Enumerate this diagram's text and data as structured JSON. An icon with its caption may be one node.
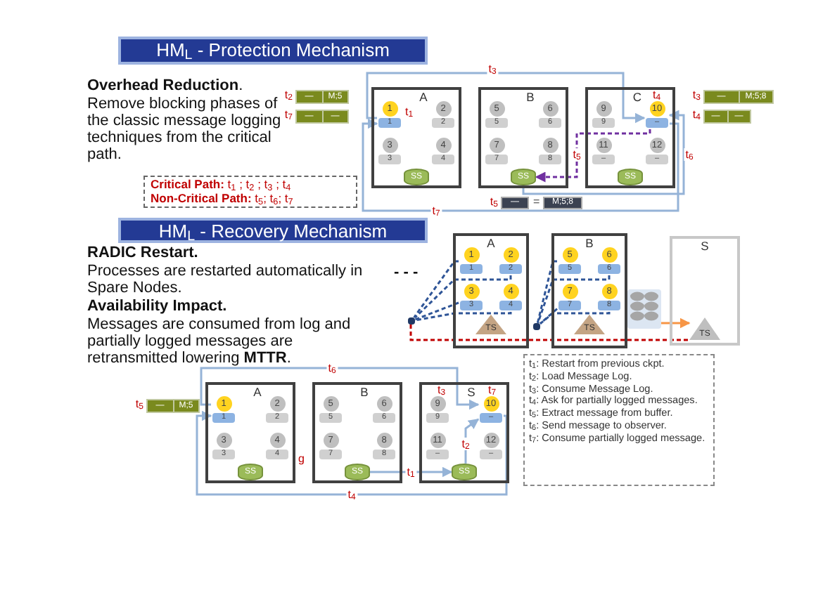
{
  "diagram": {
    "nodes": [
      {
        "text": [
          "HM$_{L}$ - Protection Mechanism"
        ]
      },
      {
        "text": [
          "A"
        ]
      },
      {
        "text": [
          "1",
          "1"
        ],
        "in": 1
      },
      {
        "text": [
          "2",
          "2"
        ],
        "in": 1
      },
      {
        "text": [
          "3",
          "3"
        ],
        "in": 1
      },
      {
        "text": [
          "4",
          "4"
        ],
        "in": 1
      },
      {
        "text": [
          "SS"
        ],
        "in": 1
      },
      {
        "text": [
          "B"
        ]
      },
      {
        "text": [
          "5",
          "5"
        ],
        "in": 7
      },
      {
        "text": [
          "6",
          "6"
        ],
        "in": 7
      },
      {
        "text": [
          "7",
          "7"
        ],
        "in": 7
      },
      {
        "text": [
          "8",
          "8"
        ],
        "in": 7
      },
      {
        "text": [
          "SS"
        ],
        "in": 7
      },
      {
        "text": [
          "C"
        ]
      },
      {
        "text": [
          "9",
          "9"
        ],
        "in": 13
      },
      {
        "text": [
          "10",
          "–"
        ],
        "in": 13
      },
      {
        "text": [
          "11",
          "–"
        ],
        "in": 13
      },
      {
        "text": [
          "12",
          "–"
        ],
        "in": 13
      },
      {
        "text": [
          "SS"
        ],
        "in": 13
      },
      {
        "text": [
          "—",
          "M;5"
        ],
        "beside": [
          "t$_{2}$"
        ]
      },
      {
        "text": [
          "—",
          "—"
        ],
        "beside": [
          "t$_{7}$"
        ]
      },
      {
        "text": [
          "—",
          "M;5;8"
        ],
        "beside": [
          "t$_{3}$"
        ]
      },
      {
        "text": [
          "—",
          "—"
        ],
        "beside": [
          "t$_{4}$"
        ]
      },
      {
        "text": [
          "—"
        ],
        "beside": [
          "t$_{5}$"
        ]
      },
      {
        "text": [
          "M;5;8"
        ]
      },
      {
        "text": [
          "**Critical Path:** t$_{1}$ ;  t$_{2}$ ; t$_{3}$ ; t$_{4}$",
          "**Non-Critical Path:** t$_{5}$;  t$_{6}$; t$_{7}$"
        ]
      },
      {
        "text": [
          "HM$_{L}$ - Recovery Mechanism"
        ]
      },
      {
        "text": [
          "A"
        ]
      },
      {
        "text": [
          "1",
          "1"
        ],
        "in": 27
      },
      {
        "text": [
          "2",
          "2"
        ],
        "in": 27
      },
      {
        "text": [
          "3",
          "3"
        ],
        "in": 27
      },
      {
        "text": [
          "4",
          "4"
        ],
        "in": 27
      },
      {
        "text": [
          "TS"
        ],
        "in": 27
      },
      {
        "text": [
          "B"
        ]
      },
      {
        "text": [
          "5",
          "5"
        ],
        "in": 33
      },
      {
        "text": [
          "6",
          "6"
        ],
        "in": 33
      },
      {
        "text": [
          "7",
          "7"
        ],
        "in": 33
      },
      {
        "text": [
          "8",
          "8"
        ],
        "in": 33
      },
      {
        "text": [
          "TS"
        ],
        "in": 33
      },
      {
        "text": [],
        "shape": "box"
      },
      {
        "text": [
          "S"
        ]
      },
      {
        "text": [
          "TS"
        ],
        "in": 40
      },
      {
        "text": [],
        "shape": "box"
      },
      {
        "text": [],
        "shape": "box"
      },
      {
        "text": [
          "A"
        ]
      },
      {
        "text": [
          "1",
          "1"
        ],
        "in": 44
      },
      {
        "text": [
          "2",
          "2"
        ],
        "in": 44
      },
      {
        "text": [
          "3",
          "3"
        ],
        "in": 44
      },
      {
        "text": [
          "4",
          "4"
        ],
        "in": 44
      },
      {
        "text": [
          "SS"
        ],
        "in": 44
      },
      {
        "text": [
          "B"
        ]
      },
      {
        "text": [
          "5",
          "5"
        ],
        "in": 50
      },
      {
        "text": [
          "6",
          "6"
        ],
        "in": 50
      },
      {
        "text": [
          "7",
          "7"
        ],
        "in": 50
      },
      {
        "text": [
          "8",
          "8"
        ],
        "in": 50
      },
      {
        "text": [
          "SS"
        ],
        "in": 50
      },
      {
        "text": [
          "S"
        ]
      },
      {
        "text": [
          "9",
          "9"
        ],
        "in": 56
      },
      {
        "text": [
          "10",
          "–"
        ],
        "in": 56
      },
      {
        "text": [
          "11",
          "–"
        ],
        "in": 56
      },
      {
        "text": [
          "12",
          "–"
        ],
        "in": 56
      },
      {
        "text": [
          "SS"
        ],
        "in": 56
      },
      {
        "text": [
          "—",
          "M;5"
        ],
        "beside": [
          "t$_{5}$"
        ]
      },
      {
        "text": [
          "t$_{1}$: Restart from previous ckpt.",
          "t$_{2}$: Load Message Log.",
          "t$_{3}$: Consume Message Log.",
          "t$_{4}$: Ask for partially logged messages.",
          "t$_{5}$: Extract message from buffer.",
          "t$_{6}$: Send message to observer.",
          "t$_{7}$: Consume partially logged message."
        ]
      }
    ],
    "edges": [
      {
        "from": 2,
        "to": 15,
        "arrow": "to",
        "label": "t$_{3}$",
        "color": "#95b3d7"
      },
      {
        "from": 15,
        "to": 12,
        "arrow": "to",
        "label": "t$_{5}$",
        "style": "dashed",
        "color": "#7030a0"
      },
      {
        "from": 12,
        "to": 15,
        "arrow": "to",
        "label": "t$_{6}$",
        "color": "#95b3d7"
      },
      {
        "from": 15,
        "to": 2,
        "arrow": "to",
        "label": "t$_{7}$",
        "color": "#95b3d7"
      },
      {
        "from": 45,
        "to": 58,
        "arrow": "to",
        "label": "t$_{6}$",
        "color": "#95b3d7"
      },
      {
        "from": 55,
        "to": 61,
        "arrow": "to",
        "label": "t$_{1}$",
        "color": "#95b3d7"
      },
      {
        "from": 61,
        "to": 58,
        "arrow": "to",
        "label": "t$_{2}$",
        "color": "#95b3d7"
      },
      {
        "from": 58,
        "to": 45,
        "arrow": "to",
        "label": "t$_{4}$",
        "color": "#95b3d7"
      },
      {
        "from": 28,
        "to": 42,
        "arrow": "none",
        "style": "dashed",
        "color": "#2f5597"
      },
      {
        "from": 29,
        "to": 42,
        "arrow": "none",
        "style": "dashed",
        "color": "#2f5597"
      },
      {
        "from": 30,
        "to": 42,
        "arrow": "none",
        "style": "dashed",
        "color": "#2f5597"
      },
      {
        "from": 31,
        "to": 42,
        "arrow": "none",
        "style": "dashed",
        "color": "#2f5597"
      },
      {
        "from": 34,
        "to": 43,
        "arrow": "none",
        "style": "dashed",
        "color": "#2f5597"
      },
      {
        "from": 35,
        "to": 43,
        "arrow": "none",
        "style": "dashed",
        "color": "#2f5597"
      },
      {
        "from": 36,
        "to": 43,
        "arrow": "none",
        "style": "dashed",
        "color": "#2f5597"
      },
      {
        "from": 37,
        "to": 43,
        "arrow": "none",
        "style": "dashed",
        "color": "#2f5597"
      },
      {
        "from": 42,
        "to": 41,
        "arrow": "none",
        "style": "dashed",
        "color": "#c00000"
      },
      {
        "from": 39,
        "to": 41,
        "arrow": "to",
        "color": "#f79646"
      }
    ],
    "labels": [
      "**Overhead Reduction**.",
      "Remove blocking phases of the classic message logging techniques from the critical path.",
      "t$_{1}$",
      "t$_{4}$",
      "=",
      "RADIC Restart.",
      "Processes are restarted automatically in Spare Nodes.",
      "Availability Impact.",
      "Messages are consumed from log and partially logged messages are retransmitted lowering **MTTR**.",
      "- - -",
      "t$_{3}$",
      "t$_{7}$",
      "g"
    ]
  }
}
